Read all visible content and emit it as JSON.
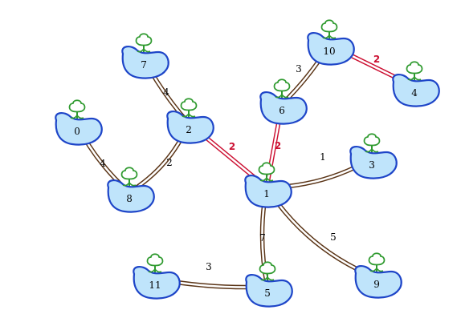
{
  "diagram": {
    "colors": {
      "island_fill": "#bfe4fb",
      "island_stroke": "#1e45c8",
      "tree_stroke": "#2f9a2f",
      "road": "#5a3416",
      "highlight": "#cc1133"
    },
    "nodes": [
      {
        "id": "0",
        "label": "0"
      },
      {
        "id": "1",
        "label": "1"
      },
      {
        "id": "2",
        "label": "2"
      },
      {
        "id": "3",
        "label": "3"
      },
      {
        "id": "4",
        "label": "4"
      },
      {
        "id": "5",
        "label": "5"
      },
      {
        "id": "6",
        "label": "6"
      },
      {
        "id": "7",
        "label": "7"
      },
      {
        "id": "8",
        "label": "8"
      },
      {
        "id": "9",
        "label": "9"
      },
      {
        "id": "10",
        "label": "10"
      },
      {
        "id": "11",
        "label": "11"
      }
    ],
    "edges": [
      {
        "from": "0",
        "to": "8",
        "weight": "4",
        "highlighted": false
      },
      {
        "from": "7",
        "to": "2",
        "weight": "4",
        "highlighted": false
      },
      {
        "from": "2",
        "to": "8",
        "weight": "2",
        "highlighted": false
      },
      {
        "from": "2",
        "to": "1",
        "weight": "2",
        "highlighted": true
      },
      {
        "from": "6",
        "to": "1",
        "weight": "2",
        "highlighted": true
      },
      {
        "from": "6",
        "to": "10",
        "weight": "3",
        "highlighted": false
      },
      {
        "from": "10",
        "to": "4",
        "weight": "2",
        "highlighted": true
      },
      {
        "from": "1",
        "to": "3",
        "weight": "1",
        "highlighted": false
      },
      {
        "from": "1",
        "to": "9",
        "weight": "5",
        "highlighted": false
      },
      {
        "from": "1",
        "to": "5",
        "weight": "7",
        "highlighted": false
      },
      {
        "from": "11",
        "to": "5",
        "weight": "3",
        "highlighted": false
      }
    ]
  }
}
